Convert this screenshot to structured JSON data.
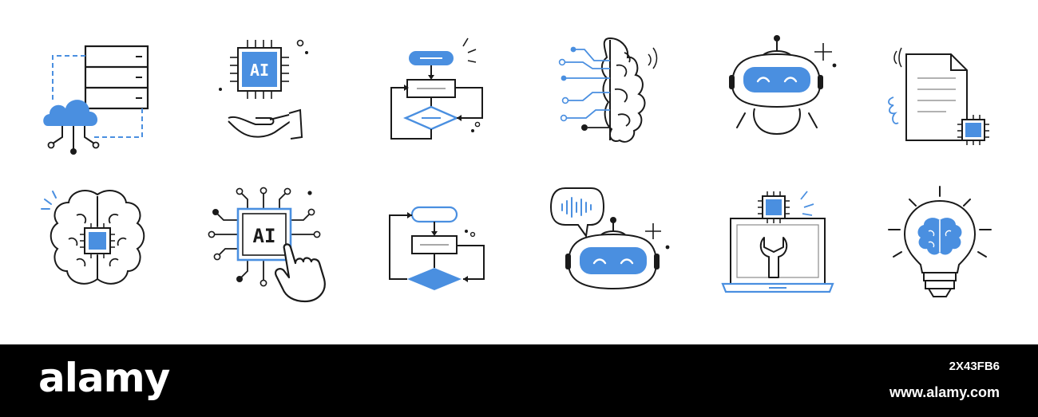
{
  "colors": {
    "accent": "#4a8fe0",
    "ink": "#1a1a1a",
    "footer_bg": "#000000"
  },
  "icons": [
    {
      "name": "cloud-server-icon"
    },
    {
      "name": "ai-chip-hand-icon",
      "label": "AI"
    },
    {
      "name": "flowchart-icon"
    },
    {
      "name": "half-brain-circuit-icon"
    },
    {
      "name": "chatbot-robot-icon"
    },
    {
      "name": "document-chip-icon"
    },
    {
      "name": "brain-chip-icon"
    },
    {
      "name": "ai-touch-icon",
      "label": "AI"
    },
    {
      "name": "flowchart-loop-icon"
    },
    {
      "name": "robot-voice-message-icon"
    },
    {
      "name": "laptop-chip-wrench-icon"
    },
    {
      "name": "lightbulb-brain-icon"
    }
  ],
  "footer": {
    "brand": "alamy",
    "image_id": "2X43FB6",
    "site": "www.alamy.com"
  }
}
